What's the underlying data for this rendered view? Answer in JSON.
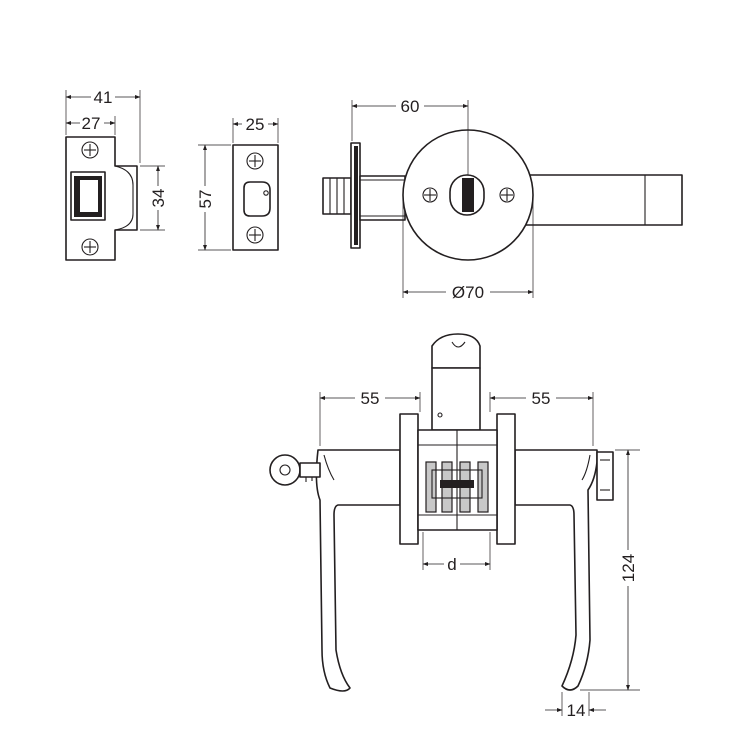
{
  "strike_plate": {
    "width": "41",
    "inner_width": "27",
    "height": "34"
  },
  "latch_plate": {
    "width": "25",
    "height": "57"
  },
  "latch_side": {
    "backset": "60",
    "rose_diameter": "Ø70"
  },
  "lever_set": {
    "left_reach": "55",
    "right_reach": "55",
    "door_thickness": "d",
    "height": "124",
    "tip": "14"
  }
}
